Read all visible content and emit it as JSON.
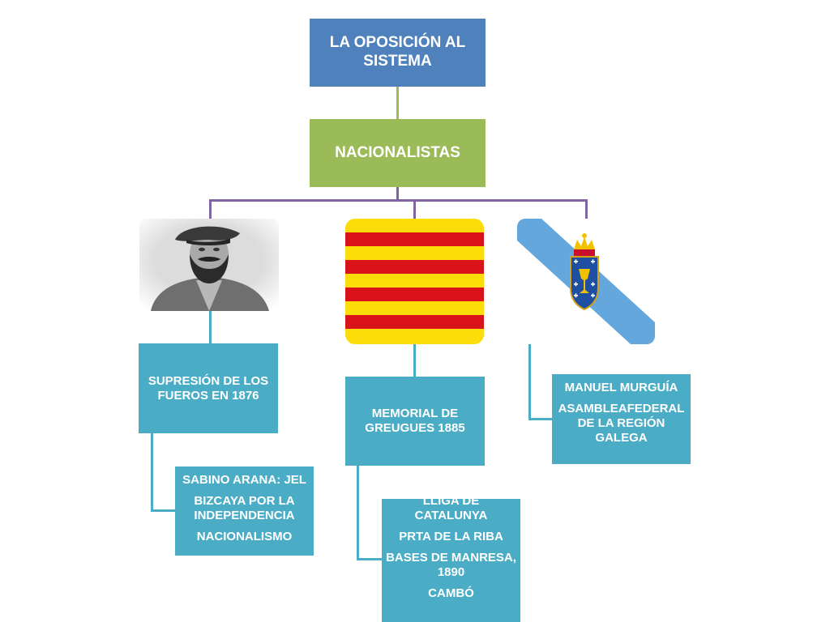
{
  "diagram": {
    "root": {
      "label": "LA OPOSICIÓN AL SISTEMA"
    },
    "level2": {
      "label": "NACIONALISTAS"
    },
    "branches": [
      {
        "image": {
          "kind": "portrait",
          "colors": {
            "bg": "#e7e7e7",
            "ink": "#2b2b2b"
          }
        },
        "event": "SUPRESIÓN DE LOS FUEROS EN 1876",
        "details": [
          "SABINO ARANA: JEL",
          "BIZCAYA POR LA INDEPENDENCIA",
          "NACIONALISMO"
        ]
      },
      {
        "image": {
          "kind": "senyera-flag",
          "colors": {
            "gold": "#fcdd09",
            "red": "#da121a"
          }
        },
        "event": "MEMORIAL DE GREUGUES 1885",
        "details": [
          "LLIGA DE CATALUNYA",
          "PRTA DE LA RIBA",
          "BASES DE MANRESA, 1890",
          "CAMBÓ"
        ]
      },
      {
        "image": {
          "kind": "galicia-flag",
          "colors": {
            "band": "#63a7dd",
            "field": "#ffffff"
          }
        },
        "event": "",
        "details": [
          "MANUEL MURGUÍA",
          "ASAMBLEAFEDERAL DE LA REGIÓN GALEGA"
        ]
      }
    ],
    "colors": {
      "root": "#4f81bd",
      "level2": "#9bbb59",
      "leaf": "#4bacc6",
      "connector_root": "#9bbb59",
      "connector_branch": "#8064a2",
      "connector_leaf": "#4bacc6"
    }
  }
}
